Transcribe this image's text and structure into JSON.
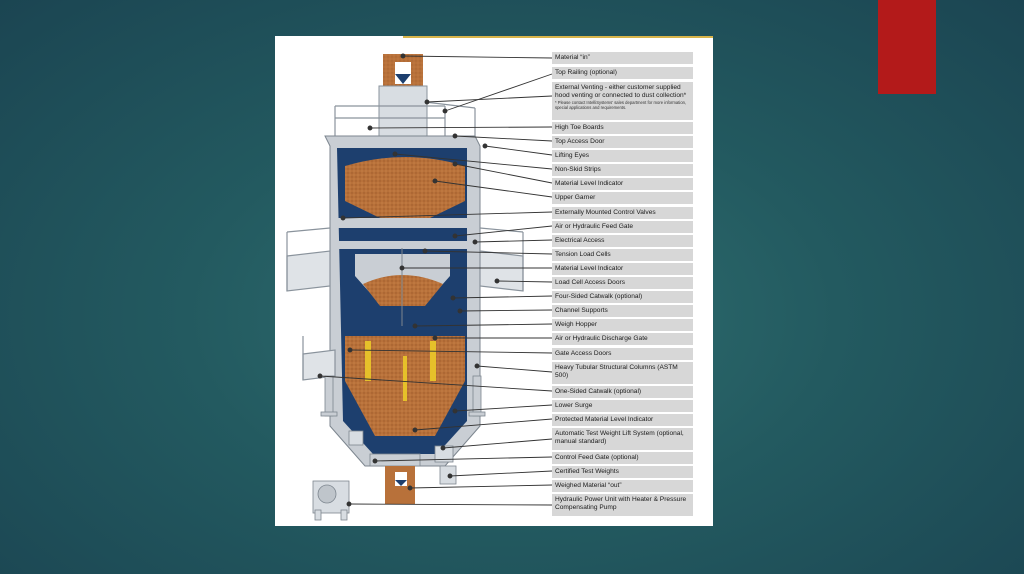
{
  "labels": [
    {
      "text": "Material “in”"
    },
    {
      "text": "Top Railing (optional)"
    },
    {
      "text": "External Venting - either customer supplied hood venting or connected to dust collection*",
      "note": "* Please contact IntelliSystems' sales department for more information, special applications and requirements."
    },
    {
      "text": "High Toe Boards"
    },
    {
      "text": "Top Access Door"
    },
    {
      "text": "Lifting Eyes"
    },
    {
      "text": "Non-Skid Strips"
    },
    {
      "text": "Material Level Indicator"
    },
    {
      "text": "Upper Garner"
    },
    {
      "text": "Externally Mounted Control Valves"
    },
    {
      "text": "Air or Hydraulic Feed Gate"
    },
    {
      "text": "Electrical Access"
    },
    {
      "text": "Tension Load Cells"
    },
    {
      "text": "Material Level Indicator"
    },
    {
      "text": "Load Cell Access Doors"
    },
    {
      "text": "Four-Sided Catwalk (optional)"
    },
    {
      "text": "Channel Supports"
    },
    {
      "text": "Weigh Hopper"
    },
    {
      "text": "Air or Hydraulic Discharge Gate"
    },
    {
      "text": "Gate Access Doors"
    },
    {
      "text": "Heavy Tubular Structural Columns (ASTM 500)"
    },
    {
      "text": "One-Sided Catwalk (optional)"
    },
    {
      "text": "Lower Surge"
    },
    {
      "text": "Protected Material Level Indicator"
    },
    {
      "text": "Automatic Test Weight Lift System (optional, manual standard)"
    },
    {
      "text": "Control Feed Gate (optional)"
    },
    {
      "text": "Certified Test Weights"
    },
    {
      "text": "Weighed Material “out”"
    },
    {
      "text": "Hydraulic Power Unit with Heater & Pressure Compensating Pump"
    }
  ],
  "colors": {
    "accent": "#b31a1a",
    "material": "#b8713a",
    "interior": "#1d3f6e",
    "steel": "#c9ced4",
    "label_bg": "#d7d7d7"
  }
}
